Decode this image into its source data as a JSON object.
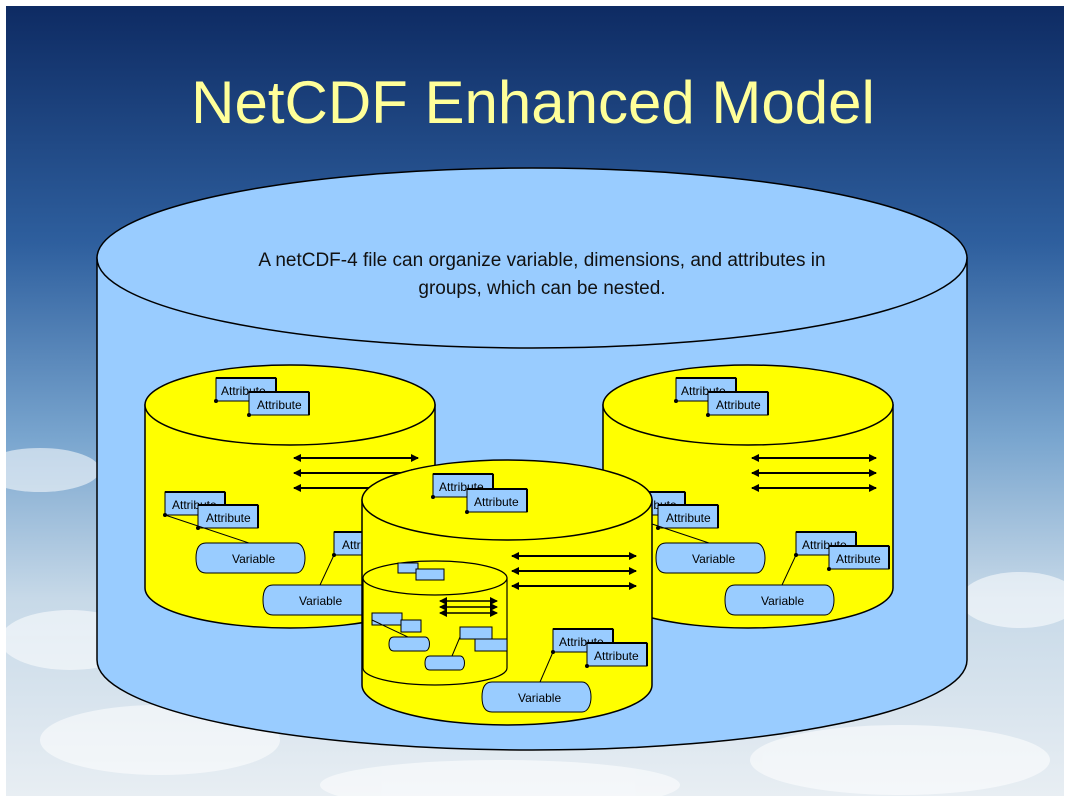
{
  "slide": {
    "title": "NetCDF Enhanced Model",
    "description": "A netCDF-4 file can organize variable, dimensions, and attributes in groups, which can be nested."
  },
  "labels": {
    "attribute": "Attribute",
    "variable": "Variable"
  },
  "colors": {
    "file_cylinder": "#99ccff",
    "group_cylinder": "#ffff00",
    "title_text": "#ffff99",
    "attribute_box": "#99ccff",
    "outline": "#000000"
  }
}
